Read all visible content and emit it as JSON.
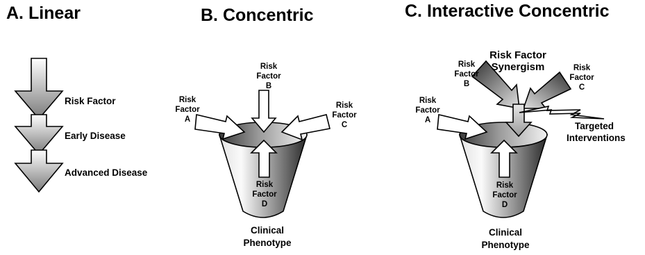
{
  "panels": {
    "a": {
      "title": "A. Linear",
      "steps": [
        "Risk Factor",
        "Early Disease",
        "Advanced Disease"
      ]
    },
    "b": {
      "title": "B. Concentric",
      "risk_a": [
        "Risk",
        "Factor",
        "A"
      ],
      "risk_b": [
        "Risk",
        "Factor",
        "B"
      ],
      "risk_c": [
        "Risk",
        "Factor",
        "C"
      ],
      "risk_d": [
        "Risk",
        "Factor",
        "D"
      ],
      "outcome": [
        "Clinical",
        "Phenotype"
      ]
    },
    "c": {
      "title": "C. Interactive Concentric",
      "risk_a": [
        "Risk",
        "Factor",
        "A"
      ],
      "risk_b": [
        "Risk",
        "Factor",
        "B"
      ],
      "risk_c": [
        "Risk",
        "Factor",
        "C"
      ],
      "risk_d": [
        "Risk",
        "Factor",
        "D"
      ],
      "synergism": [
        "Risk Factor",
        "Synergism"
      ],
      "interventions": [
        "Targeted",
        "Interventions"
      ],
      "outcome": [
        "Clinical",
        "Phenotype"
      ]
    }
  }
}
